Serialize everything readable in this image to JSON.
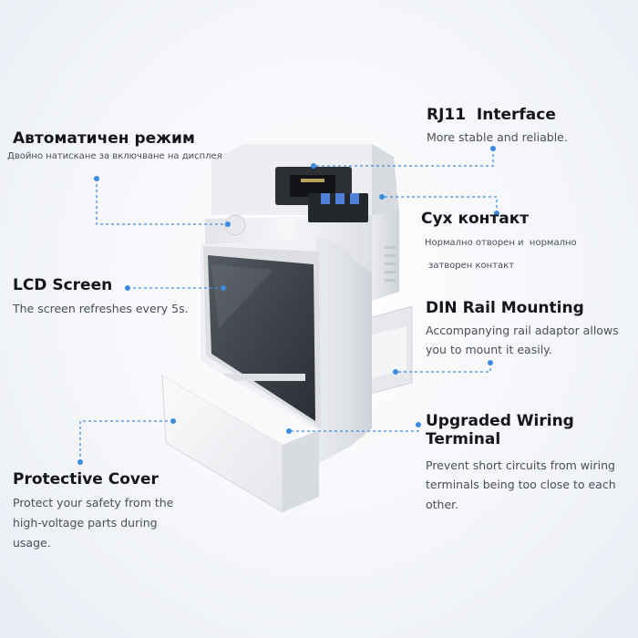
{
  "callouts": {
    "auto_mode": {
      "title": "Автоматичен режим",
      "desc": "Двойно натискане за включване на дисплея"
    },
    "lcd": {
      "title": "LCD Screen",
      "desc": "The screen refreshes every 5s."
    },
    "cover": {
      "title": "Protective Cover",
      "desc": "Protect your safety from the high-voltage parts during usage."
    },
    "rj11": {
      "title": "RJ11  Interface",
      "desc": "More stable and reliable."
    },
    "dry_contact": {
      "title": "Сух контакт",
      "desc_line1": "Нормално отворен и  нормално",
      "desc_line2": "затворен контакт"
    },
    "din": {
      "title": "DIN Rail Mounting",
      "desc": "Accompanying rail adaptor allows you to mount it easily."
    },
    "wiring": {
      "title": "Upgraded Wiring Terminal",
      "desc": "Prevent short circuits from wiring terminals being too close to each other."
    }
  },
  "colors": {
    "accent": "#3d8be0",
    "device_body": "#f2f3f5",
    "screen": "#3b4047"
  },
  "icons": [
    "power-button-icon",
    "wifi-indicator-icon",
    "led-indicator-icon"
  ]
}
